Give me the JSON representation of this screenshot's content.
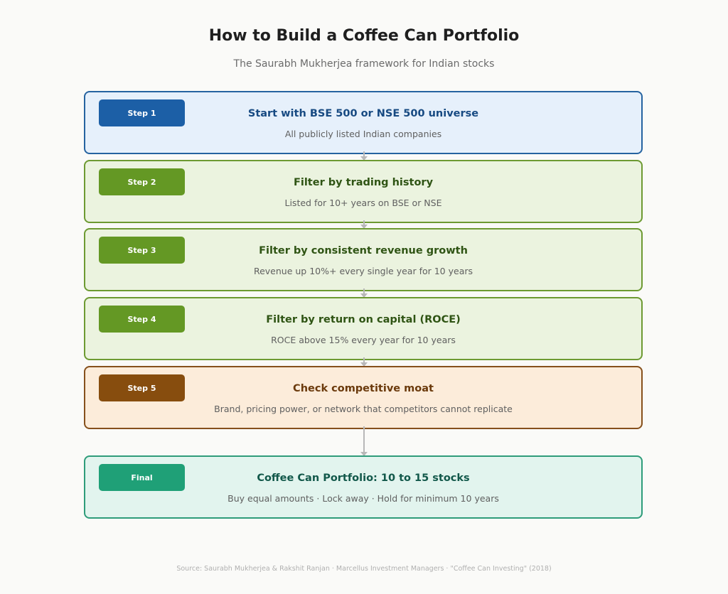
{
  "header": {
    "title": "How to Build a Coffee Can Portfolio",
    "subtitle": "The Saurabh Mukherjea framework for Indian stocks"
  },
  "steps": [
    {
      "badge": "Step 1",
      "title": "Start with BSE 500 or NSE 500 universe",
      "description": "All publicly listed Indian companies",
      "colors": {
        "fill": "#e6f0fb",
        "border": "#2563a0",
        "badge": "#1c5fa6",
        "title": "#174a82"
      }
    },
    {
      "badge": "Step 2",
      "title": "Filter by trading history",
      "description": "Listed for 10+ years on BSE or NSE",
      "colors": {
        "fill": "#ebf3df",
        "border": "#6d9a32",
        "badge": "#649824",
        "title": "#2f5414"
      }
    },
    {
      "badge": "Step 3",
      "title": "Filter by consistent revenue growth",
      "description": "Revenue up 10%+ every single year for 10 years",
      "colors": {
        "fill": "#ebf3df",
        "border": "#6d9a32",
        "badge": "#649824",
        "title": "#2f5414"
      }
    },
    {
      "badge": "Step 4",
      "title": "Filter by return on capital (ROCE)",
      "description": "ROCE above 15% every year for 10 years",
      "colors": {
        "fill": "#ebf3df",
        "border": "#6d9a32",
        "badge": "#649824",
        "title": "#2f5414"
      }
    },
    {
      "badge": "Step 5",
      "title": "Check competitive moat",
      "description": "Brand, pricing power, or network that competitors cannot replicate",
      "colors": {
        "fill": "#fcecda",
        "border": "#86501c",
        "badge": "#874d0e",
        "title": "#6b3a0c"
      }
    },
    {
      "badge": "Final",
      "title": "Coffee Can Portfolio: 10 to 15 stocks",
      "description": "Buy equal amounts · Lock away · Hold for minimum 10 years",
      "colors": {
        "fill": "#e2f4ee",
        "border": "#2e9c7a",
        "badge": "#1fa077",
        "title": "#12584a"
      }
    }
  ],
  "footer": {
    "source": "Source: Saurabh Mukherjea & Rakshit Ranjan · Marcellus Investment Managers · \"Coffee Can Investing\" (2018)"
  }
}
